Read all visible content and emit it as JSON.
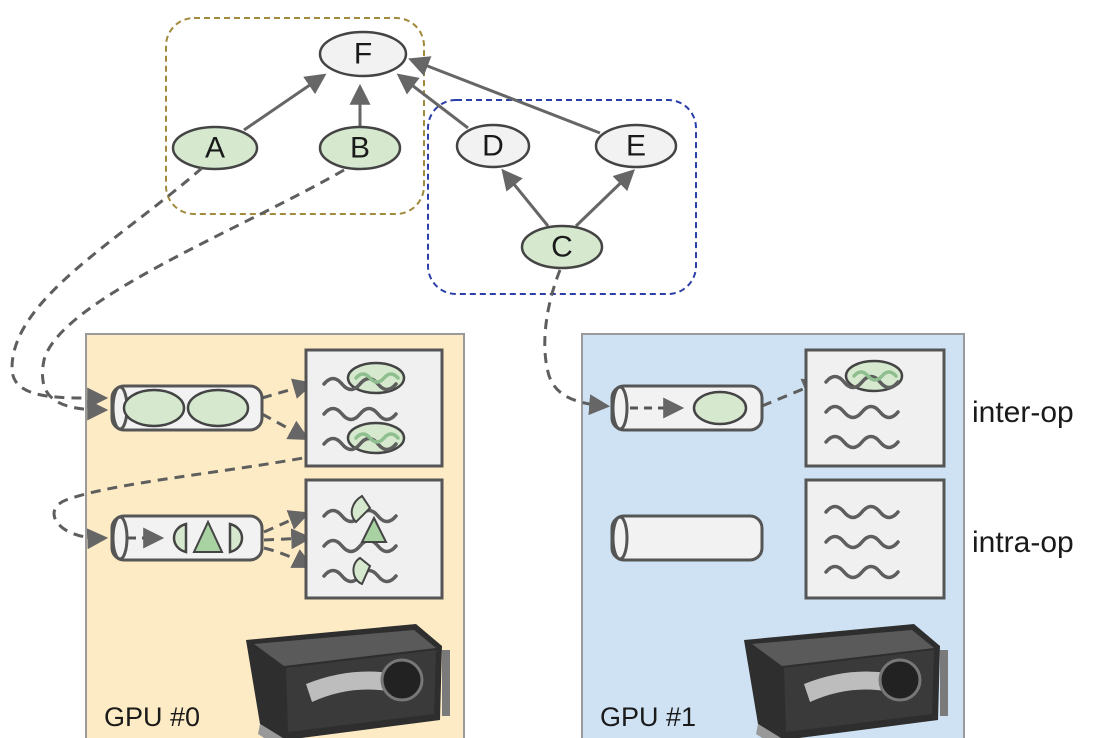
{
  "colors": {
    "gpu0_bg": "#fcebc4",
    "gpu1_bg": "#cfe2f3",
    "node_green": "#d6e9cf",
    "node_white": "#f2f2f2",
    "group_gold": "#a08a3c",
    "group_blue": "#2b3fa8",
    "edge": "#666666",
    "panel": "#f0f0f0"
  },
  "graph": {
    "nodes": [
      {
        "id": "F",
        "label": "F",
        "fill": "white"
      },
      {
        "id": "A",
        "label": "A",
        "fill": "green"
      },
      {
        "id": "B",
        "label": "B",
        "fill": "green"
      },
      {
        "id": "D",
        "label": "D",
        "fill": "white"
      },
      {
        "id": "E",
        "label": "E",
        "fill": "white"
      },
      {
        "id": "C",
        "label": "C",
        "fill": "green"
      }
    ],
    "edges": [
      {
        "from": "A",
        "to": "F"
      },
      {
        "from": "B",
        "to": "F"
      },
      {
        "from": "D",
        "to": "F"
      },
      {
        "from": "E",
        "to": "F"
      },
      {
        "from": "C",
        "to": "D"
      },
      {
        "from": "C",
        "to": "E"
      }
    ]
  },
  "labels": {
    "inter_op": "inter-op",
    "intra_op": "intra-op",
    "gpu0": "GPU #0",
    "gpu1": "GPU #1"
  },
  "icons": [
    "gpu-card-icon",
    "wave-thread-icon",
    "queue-cylinder-icon"
  ]
}
